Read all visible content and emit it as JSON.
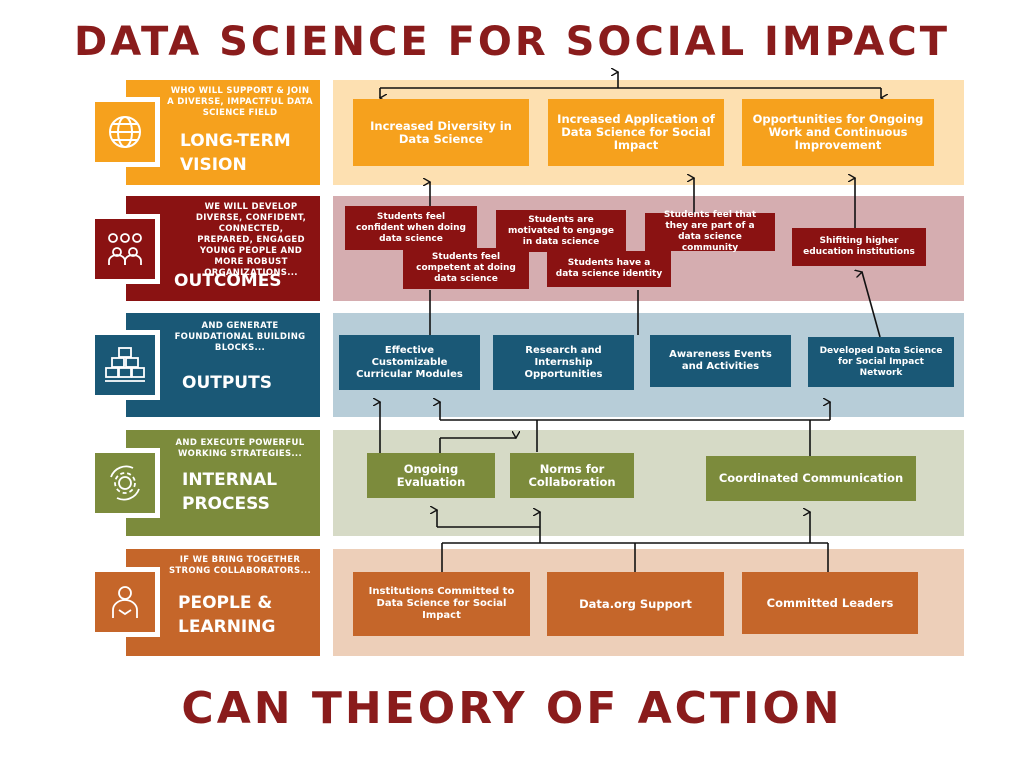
{
  "title": "DATA SCIENCE FOR SOCIAL IMPACT",
  "footer_title": "CAN THEORY OF ACTION",
  "colors": {
    "vision": "#f6a11d",
    "vision_band": "#fde0b1",
    "outcomes": "#8a1212",
    "outcomes_band": "#d5adb0",
    "outputs": "#1a5876",
    "outputs_band": "#b7cdd8",
    "process": "#7c8b3c",
    "process_band": "#d6dac6",
    "people": "#c5662a",
    "people_band": "#edcfb9",
    "title": "#8a1c1c"
  },
  "rows": {
    "vision": {
      "subtitle": "WHO WILL SUPPORT & JOIN A DIVERSE, IMPACTFUL DATA SCIENCE FIELD",
      "label": "LONG-TERM VISION",
      "icon": "globe-icon"
    },
    "outcomes": {
      "subtitle": "WE WILL DEVELOP DIVERSE, CONFIDENT, CONNECTED, PREPARED, ENGAGED YOUNG PEOPLE AND MORE ROBUST ORGANIZATIONS...",
      "label": "OUTCOMES",
      "icon": "people-group-icon"
    },
    "outputs": {
      "subtitle": "AND GENERATE FOUNDATIONAL BUILDING BLOCKS...",
      "label": "OUTPUTS",
      "icon": "building-blocks-icon"
    },
    "process": {
      "subtitle": "AND EXECUTE POWERFUL WORKING STRATEGIES...",
      "label": "INTERNAL PROCESS",
      "icon": "gear-cycle-icon"
    },
    "people": {
      "subtitle": "IF WE BRING TOGETHER STRONG COLLABORATORS...",
      "label": "PEOPLE & LEARNING",
      "icon": "person-icon"
    }
  },
  "vision_boxes": [
    "Increased Diversity in Data Science",
    "Increased Application of Data Science for Social Impact",
    "Opportunities for Ongoing Work and Continuous Improvement"
  ],
  "outcome_boxes": [
    "Students feel confident when doing data science",
    "Students feel competent at doing data science",
    "Students are motivated to engage in data science",
    "Students have a data science identity",
    "Students feel that they are part of a data science community",
    "Shifiting higher education institutions"
  ],
  "output_boxes": [
    "Effective Customizable Curricular Modules",
    "Research and Internship Opportunities",
    "Awareness Events and Activities",
    "Developed Data Science for Social Impact Network"
  ],
  "process_boxes": [
    "Ongoing Evaluation",
    "Norms for Collaboration",
    "Coordinated Communication"
  ],
  "people_boxes": [
    "Institutions Committed to Data Science for Social Impact",
    "Data.org Support",
    "Committed Leaders"
  ]
}
